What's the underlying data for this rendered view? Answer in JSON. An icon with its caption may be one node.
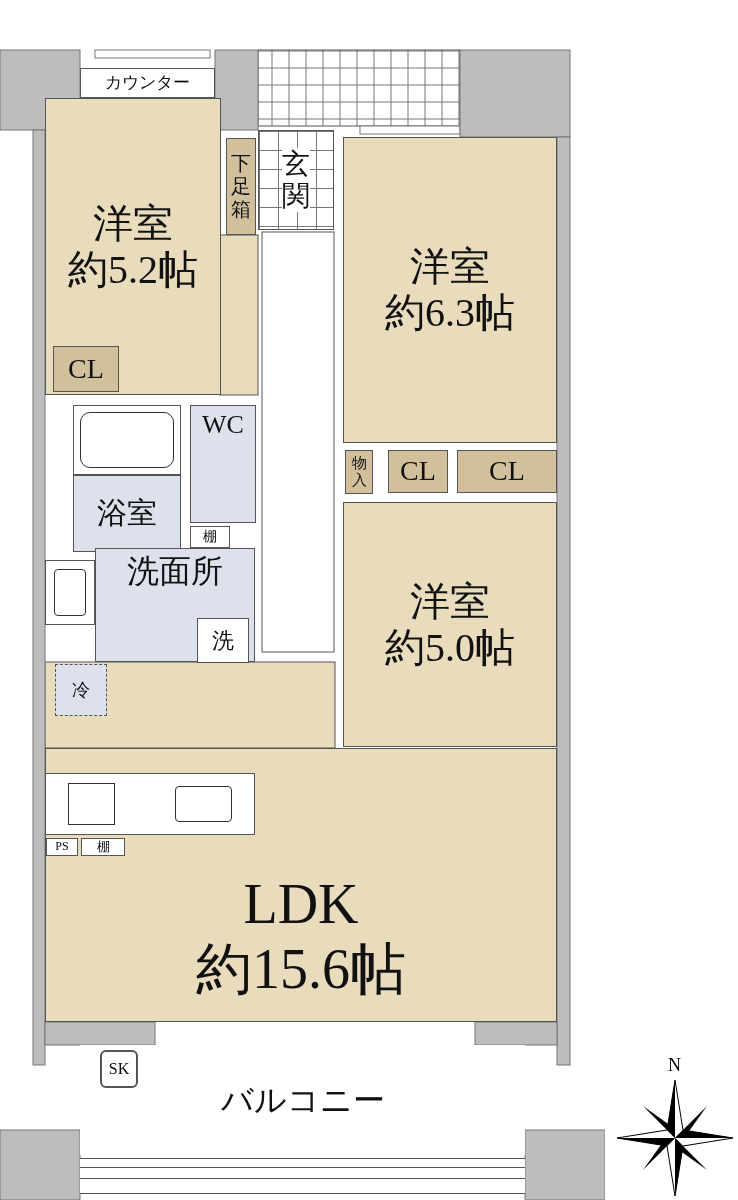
{
  "diagram": {
    "nodes": [
      {
        "text": [
          "洋室",
          "約5.2帖"
        ]
      },
      {
        "text": [
          "CL"
        ],
        "in": 0
      },
      {
        "text": [
          "カウンター"
        ]
      },
      {
        "text": [
          "下足箱"
        ]
      },
      {
        "text": [
          "玄関"
        ]
      },
      {
        "text": [
          "洋室",
          "約6.3帖"
        ]
      },
      {
        "text": [
          "物入"
        ]
      },
      {
        "text": [
          "CL"
        ]
      },
      {
        "text": [
          "CL"
        ]
      },
      {
        "text": [
          "洋室",
          "約5.0帖"
        ]
      },
      {
        "text": [
          "浴室"
        ]
      },
      {
        "text": [
          "WC"
        ]
      },
      {
        "text": [
          "棚"
        ]
      },
      {
        "text": [
          "洗面所"
        ]
      },
      {
        "text": [
          "洗"
        ],
        "in": 13
      },
      {
        "text": [
          "LDK",
          "約15.6帖"
        ]
      },
      {
        "text": [
          "冷"
        ]
      },
      {
        "text": [
          "PS"
        ],
        "in": 15
      },
      {
        "text": [
          "棚"
        ],
        "in": 15
      },
      {
        "text": [
          "バルコニー"
        ]
      },
      {
        "text": [
          "SK"
        ],
        "in": 19
      }
    ],
    "labels": [
      "N"
    ]
  }
}
